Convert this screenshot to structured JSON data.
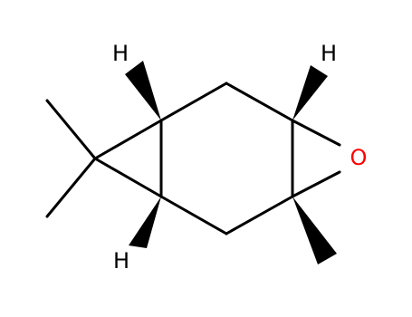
{
  "colors": {
    "background": "#ffffff",
    "bond": "#000000",
    "hydrogen": "#000000",
    "oxygen": "#ff0000"
  },
  "atoms": {
    "h_top_left": "H",
    "h_top_right": "H",
    "h_bottom_left": "H",
    "oxygen": "O"
  }
}
